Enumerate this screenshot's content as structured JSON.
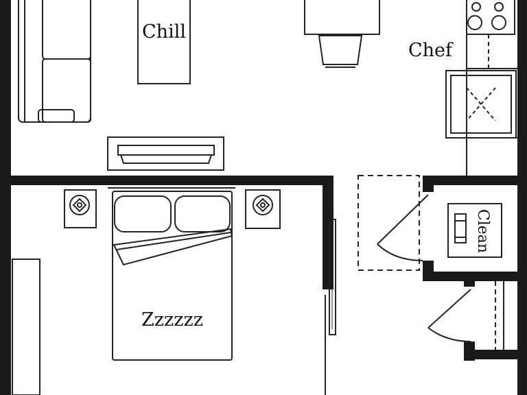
{
  "plan": {
    "colors": {
      "wall": "#1a1a1a",
      "line": "#222222",
      "background": "#ffffff"
    },
    "labels": {
      "living": "Chill",
      "kitchen": "Chef",
      "bedroom": "Zzzzzz",
      "laundry": "Clean"
    }
  }
}
